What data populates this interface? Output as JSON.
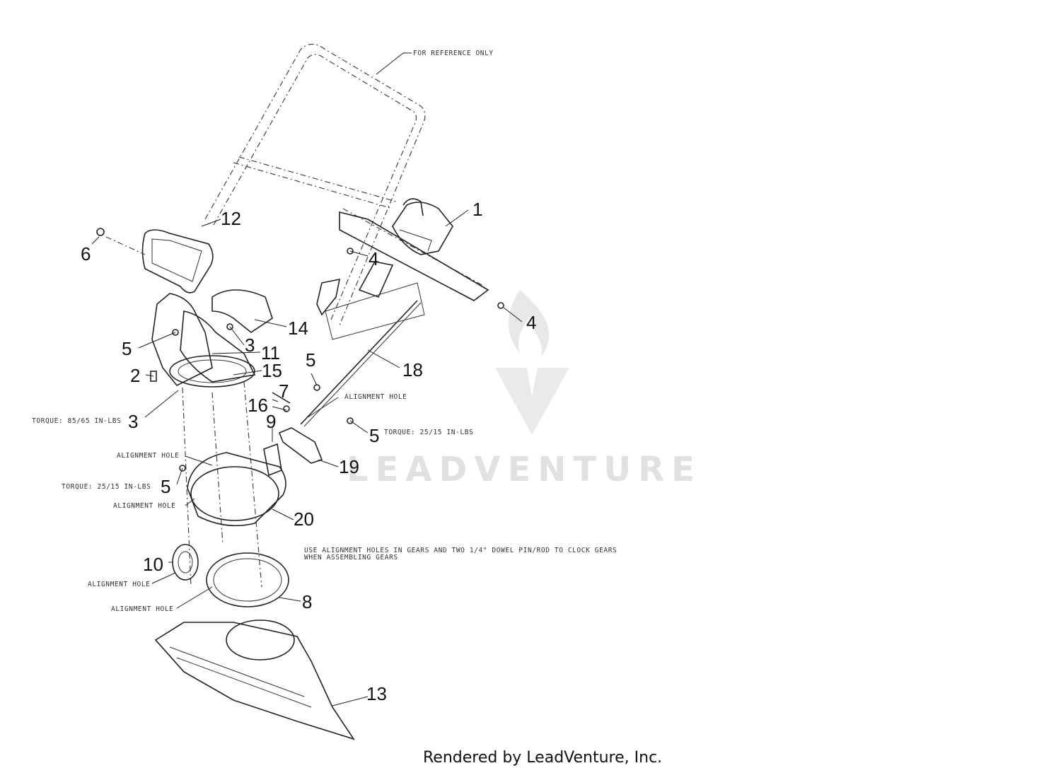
{
  "diagram": {
    "reference_note": "FOR REFERENCE ONLY",
    "callouts": [
      {
        "id": "callout-1",
        "label": "1"
      },
      {
        "id": "callout-2",
        "label": "2"
      },
      {
        "id": "callout-3a",
        "label": "3"
      },
      {
        "id": "callout-3b",
        "label": "3"
      },
      {
        "id": "callout-4a",
        "label": "4"
      },
      {
        "id": "callout-4b",
        "label": "4"
      },
      {
        "id": "callout-5a",
        "label": "5"
      },
      {
        "id": "callout-5b",
        "label": "5"
      },
      {
        "id": "callout-5c",
        "label": "5"
      },
      {
        "id": "callout-5d",
        "label": "5"
      },
      {
        "id": "callout-6",
        "label": "6"
      },
      {
        "id": "callout-7",
        "label": "7"
      },
      {
        "id": "callout-8",
        "label": "8"
      },
      {
        "id": "callout-9",
        "label": "9"
      },
      {
        "id": "callout-10",
        "label": "10"
      },
      {
        "id": "callout-11",
        "label": "11"
      },
      {
        "id": "callout-12",
        "label": "12"
      },
      {
        "id": "callout-13",
        "label": "13"
      },
      {
        "id": "callout-14",
        "label": "14"
      },
      {
        "id": "callout-15",
        "label": "15"
      },
      {
        "id": "callout-16",
        "label": "16"
      },
      {
        "id": "callout-18",
        "label": "18"
      },
      {
        "id": "callout-19",
        "label": "19"
      },
      {
        "id": "callout-20",
        "label": "20"
      }
    ],
    "notes": {
      "torque_85_65": "TORQUE: 85/65 IN-LBS",
      "torque_25_15_a": "TORQUE: 25/15 IN-LBS",
      "torque_25_15_b": "TORQUE: 25/15 IN-LBS",
      "alignment_hole_1": "ALIGNMENT HOLE",
      "alignment_hole_2": "ALIGNMENT HOLE",
      "alignment_hole_3": "ALIGNMENT HOLE",
      "alignment_hole_4": "ALIGNMENT HOLE",
      "alignment_hole_5": "ALIGNMENT HOLE",
      "gear_instruction_line1": "USE ALIGNMENT HOLES IN GEARS AND TWO 1/4\" DOWEL PIN/ROD TO CLOCK GEARS",
      "gear_instruction_line2": "WHEN ASSEMBLING GEARS"
    },
    "watermark": "LEADVENTURE",
    "footer": "Rendered by LeadVenture, Inc."
  }
}
